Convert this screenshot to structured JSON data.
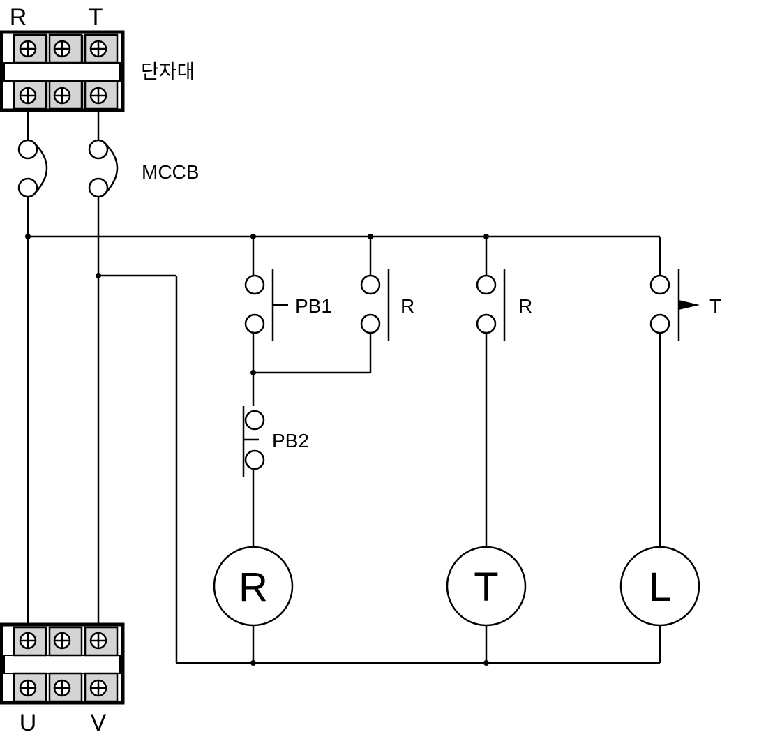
{
  "labels": {
    "top_terminals": [
      "R",
      "T"
    ],
    "terminal_block": "단자대",
    "breaker": "MCCB",
    "pb1": "PB1",
    "pb2": "PB2",
    "r_contact_1": "R",
    "r_contact_2": "R",
    "t_contact": "T",
    "coil_r": "R",
    "coil_t": "T",
    "coil_l": "L",
    "bottom_terminals": [
      "U",
      "V"
    ]
  }
}
